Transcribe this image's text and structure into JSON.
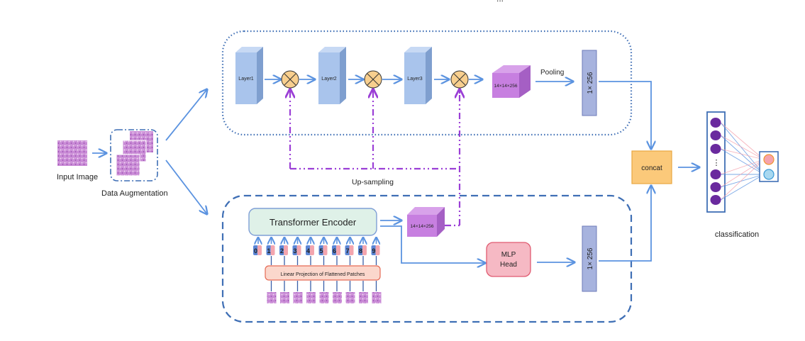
{
  "top_caption": "...",
  "input": {
    "label": "Input Image"
  },
  "augmentation": {
    "label": "Data Augmentation"
  },
  "cnn_branch": {
    "layers": [
      "Layer1",
      "Layer2",
      "Layer3"
    ],
    "feature_map": "14×14×256",
    "pooling_label": "Pooling",
    "vector": "1× 256"
  },
  "upsampling": {
    "label": "Up-sampling"
  },
  "transformer_branch": {
    "encoder": "Transformer Encoder",
    "feature_map": "14×14×256",
    "tokens": [
      "0",
      "1",
      "2",
      "3",
      "4",
      "5",
      "6",
      "7",
      "8",
      "9"
    ],
    "projection": "Linear Projection of Flattened Patches",
    "mlp_head_line1": "MLP",
    "mlp_head_line2": "Head",
    "vector": "1× 256"
  },
  "fusion": {
    "label": "concat"
  },
  "classifier": {
    "label": "classification",
    "dots": "⋮"
  },
  "colors": {
    "arrow": "#5b93e0",
    "layer": "#a9c4ec",
    "cube": "#c77fe0",
    "vector": "#a7b3de",
    "upsample": "#9b3fd6",
    "concat": "#fbc97a",
    "neuron": "#6a2a9e",
    "out1": "#f5a3ad",
    "out2": "#a8d8f0"
  }
}
